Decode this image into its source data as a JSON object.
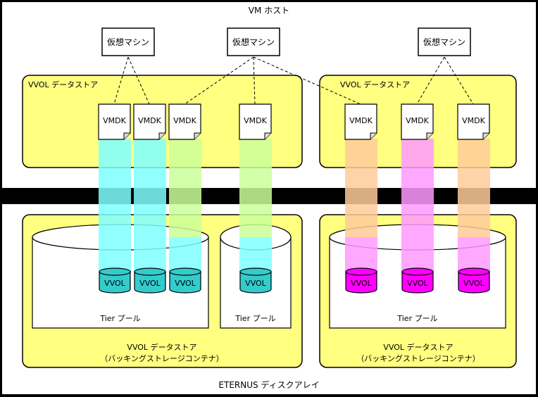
{
  "vm_host": {
    "title": "VM ホスト",
    "vm_label": "仮想マシン",
    "datastore_label": "VVOL データストア",
    "vmdk_label": "VMDK"
  },
  "storage": {
    "title": "ETERNUS ディスクアレイ",
    "tier_pool_label": "Tier プール",
    "vvol_label": "VVOL",
    "backing_line1": "VVOL データストア",
    "backing_line2": "（バッキングストレージコンテナ）"
  },
  "colors": {
    "yellow": "#FFFF80",
    "cyan_band": "#80FFFF",
    "green_band": "#CCFF99",
    "orange_band": "#FFCC99",
    "pink_band": "#FF99FF",
    "vvol_cyan": "#33CCCC",
    "vvol_magenta": "#FF00FF"
  }
}
